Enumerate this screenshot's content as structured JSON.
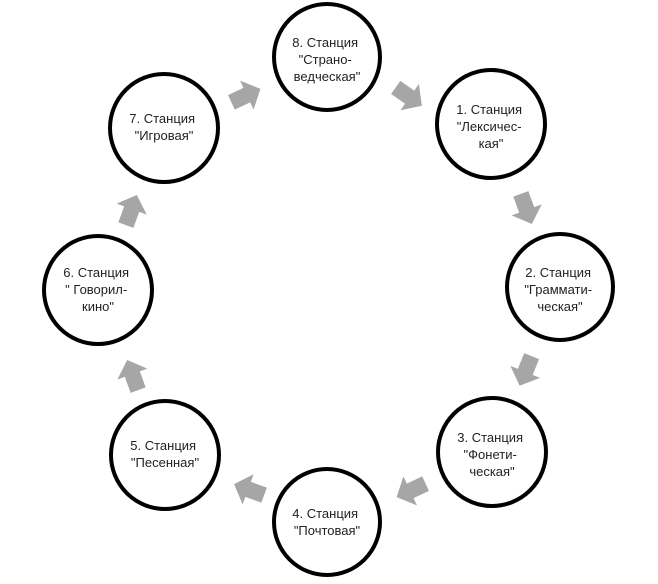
{
  "stations": [
    {
      "id": "s1",
      "lines": [
        "1. Станция",
        "\"Лексичес-",
        "кая\""
      ]
    },
    {
      "id": "s2",
      "lines": [
        "2. Станция",
        "\"Граммати-",
        "ческая\""
      ]
    },
    {
      "id": "s3",
      "lines": [
        "3. Станция",
        "\"Фонети-",
        "ческая\""
      ]
    },
    {
      "id": "s4",
      "lines": [
        "4. Станция",
        "\"Почтовая\""
      ]
    },
    {
      "id": "s5",
      "lines": [
        "5. Станция",
        "\"Песенная\""
      ]
    },
    {
      "id": "s6",
      "lines": [
        "6. Станция",
        "\" Говорил-",
        "кино\""
      ]
    },
    {
      "id": "s7",
      "lines": [
        "7. Станция",
        "\"Игровая\""
      ]
    },
    {
      "id": "s8",
      "lines": [
        "8. Станция",
        "\"Страно-",
        "ведческая\""
      ]
    }
  ],
  "colors": {
    "arrow": "#a6a6a6",
    "circle_stroke": "#000000",
    "circle_fill": "#ffffff",
    "text": "#222222"
  }
}
